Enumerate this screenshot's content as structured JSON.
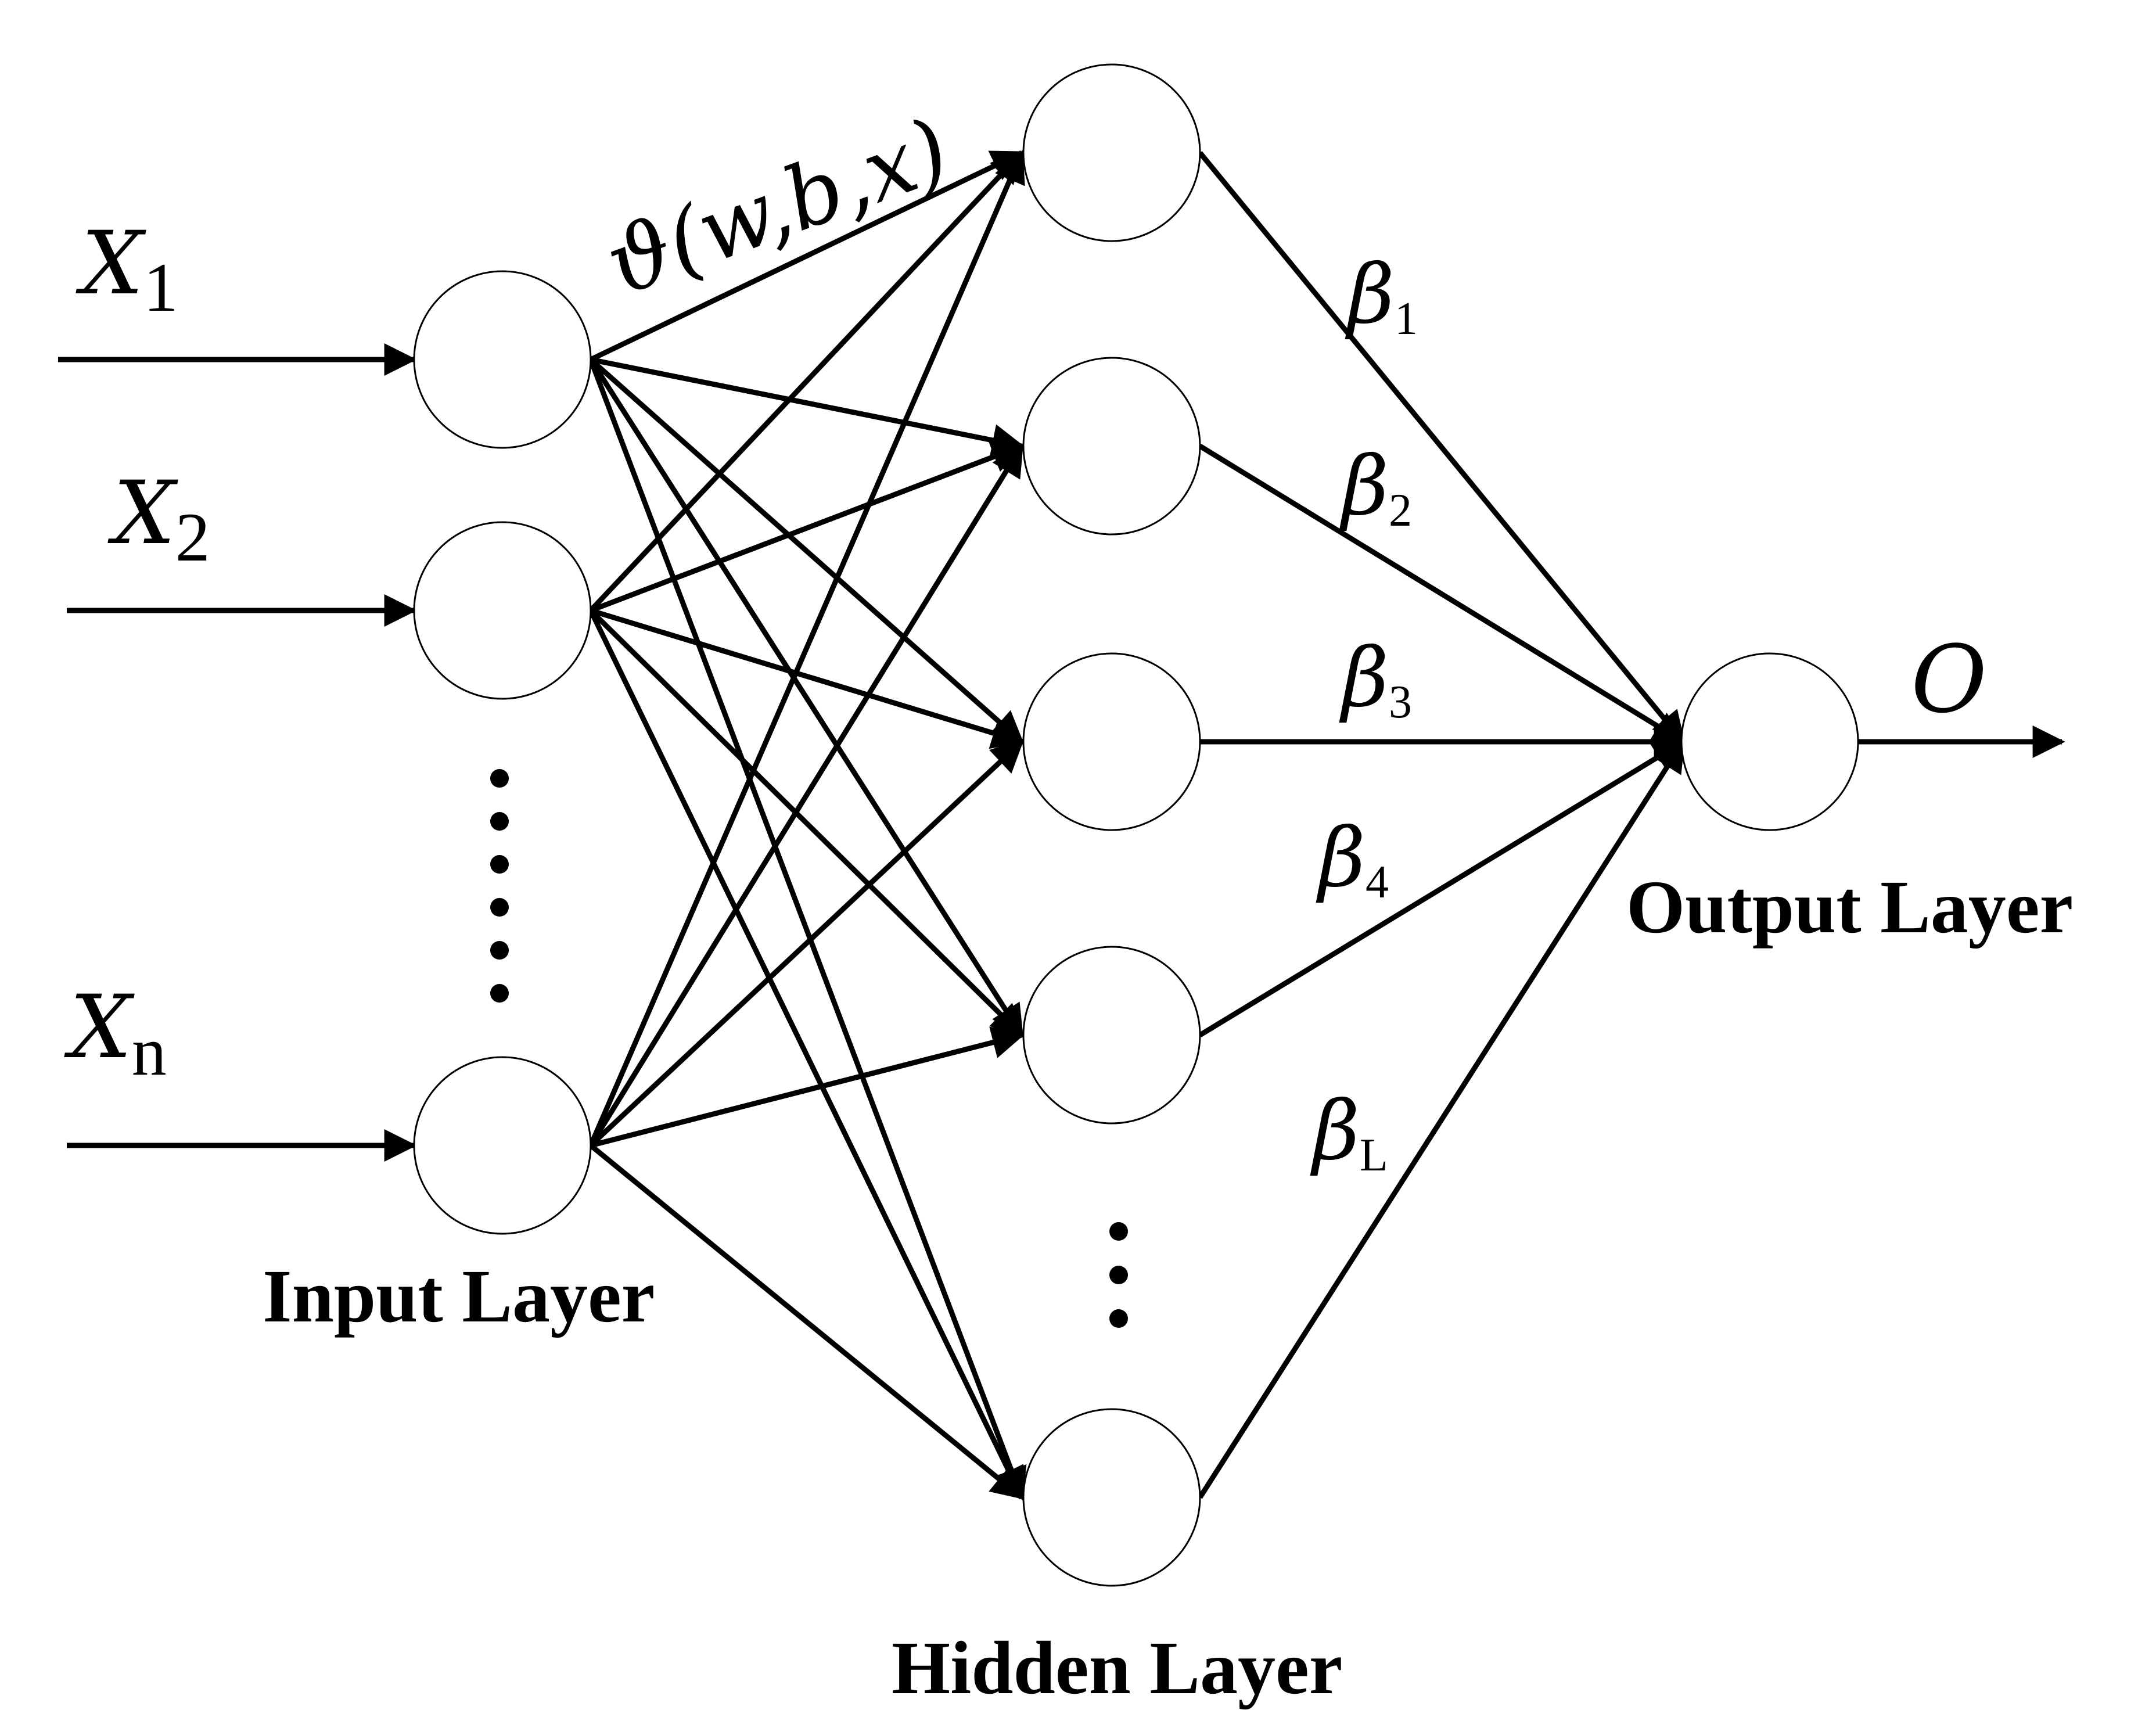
{
  "inputs": [
    {
      "symbol": "X",
      "sub": "1"
    },
    {
      "symbol": "X",
      "sub": "2"
    },
    {
      "symbol": "X",
      "sub": "n"
    }
  ],
  "activation_label": "ϑ(w,b,x)",
  "betas": [
    {
      "symbol": "β",
      "sub": "1"
    },
    {
      "symbol": "β",
      "sub": "2"
    },
    {
      "symbol": "β",
      "sub": "3"
    },
    {
      "symbol": "β",
      "sub": "4"
    },
    {
      "symbol": "β",
      "sub": "L"
    }
  ],
  "output_label": "O",
  "layers": {
    "input": "Input Layer",
    "hidden": "Hidden Layer",
    "output": "Output Layer"
  },
  "colors": {
    "stroke": "#000000",
    "background": "#ffffff"
  }
}
